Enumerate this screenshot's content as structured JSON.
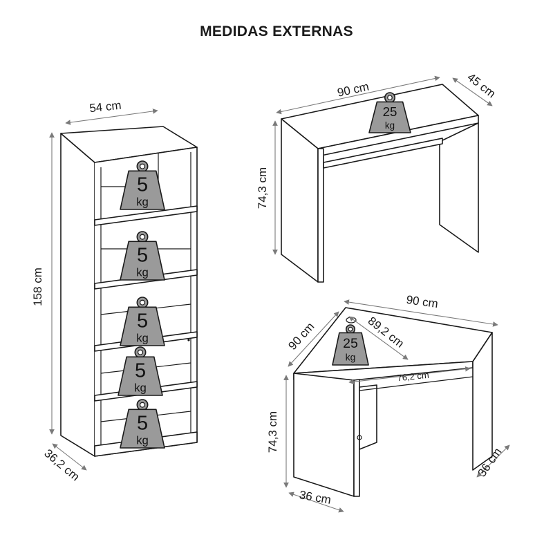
{
  "title": "MEDIDAS EXTERNAS",
  "bookcase": {
    "width_label": "54 cm",
    "height_label": "158 cm",
    "depth_label": "36,2 cm",
    "weights": [
      {
        "value": "5",
        "unit": "kg"
      },
      {
        "value": "5",
        "unit": "kg"
      },
      {
        "value": "5",
        "unit": "kg"
      },
      {
        "value": "5",
        "unit": "kg"
      },
      {
        "value": "5",
        "unit": "kg"
      }
    ]
  },
  "desk": {
    "width_label": "90 cm",
    "depth_label": "45 cm",
    "height_label": "74,3 cm",
    "weight": {
      "value": "25",
      "unit": "kg"
    }
  },
  "corner_desk": {
    "width_label": "90 cm",
    "side_label": "90 cm",
    "diagonal_label": "89,2 cm",
    "front_label": "76,2 cm",
    "height_label": "74,3 cm",
    "depth_left_label": "36 cm",
    "depth_right_label": "36 cm",
    "weight": {
      "value": "25",
      "unit": "kg"
    }
  }
}
